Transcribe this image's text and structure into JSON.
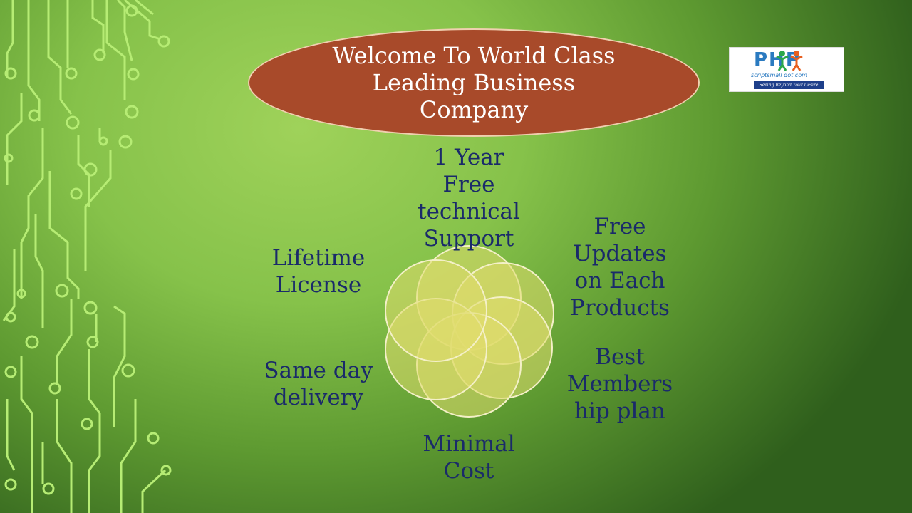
{
  "title": "Welcome To World Class Leading Business Company",
  "logo": {
    "brand": "PHP",
    "site": "scriptsmall dot com",
    "tagline": "Seeing Beyond Your Desire"
  },
  "features": {
    "top": "1 Year Free technical Support",
    "top_right": "Free Updates on Each Products",
    "bottom_right": "Best Members hip plan",
    "bottom": "Minimal Cost",
    "bottom_left": "Same day delivery",
    "top_left": "Lifetime License"
  },
  "colors": {
    "title_oval": "#a84a2a",
    "label_text": "#1a2a6a",
    "circuit": "#b6ec74",
    "petal": "#e0dc6e"
  }
}
